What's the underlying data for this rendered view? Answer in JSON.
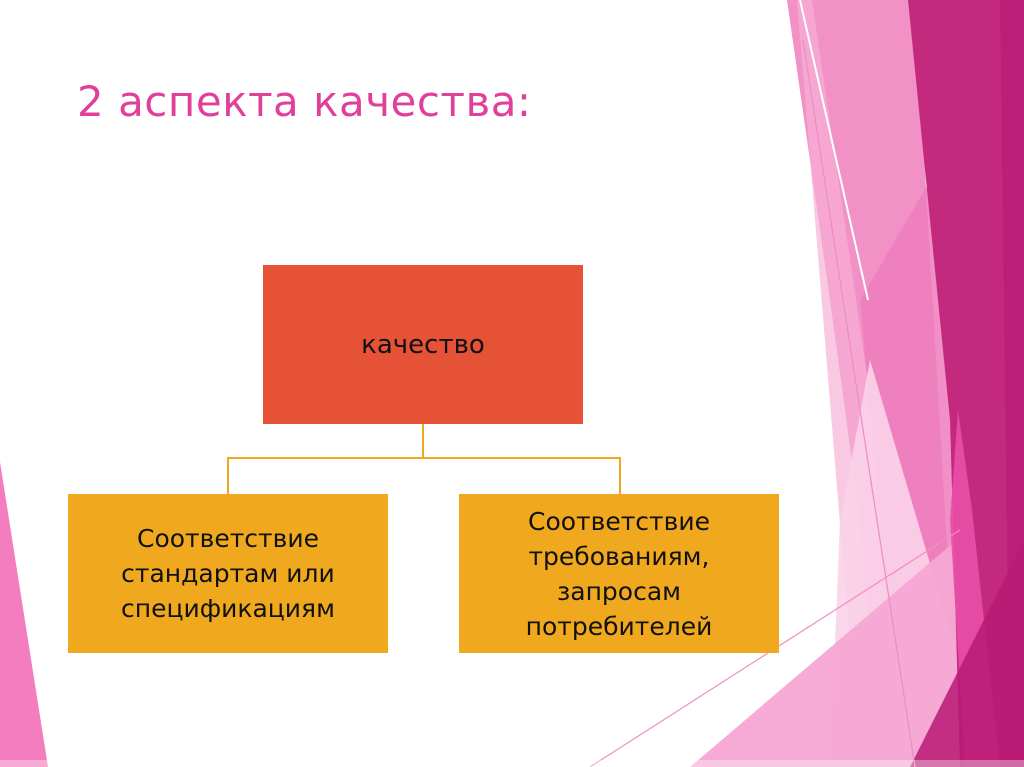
{
  "slide": {
    "title": "2 аспекта качества:",
    "colors": {
      "title": "#E0409A",
      "top_node": "#E55235",
      "child_node": "#F0A91F",
      "connector": "#F0A91F",
      "accent_light_pink": "#F291C6",
      "accent_magenta": "#C0257A"
    }
  },
  "diagram": {
    "root": {
      "label": "качество"
    },
    "children": [
      {
        "label": "Соответствие\nстандартам или\nспецификациям"
      },
      {
        "label": "Соответствие\nтребованиям,\nзапросам\nпотребителей"
      }
    ]
  }
}
